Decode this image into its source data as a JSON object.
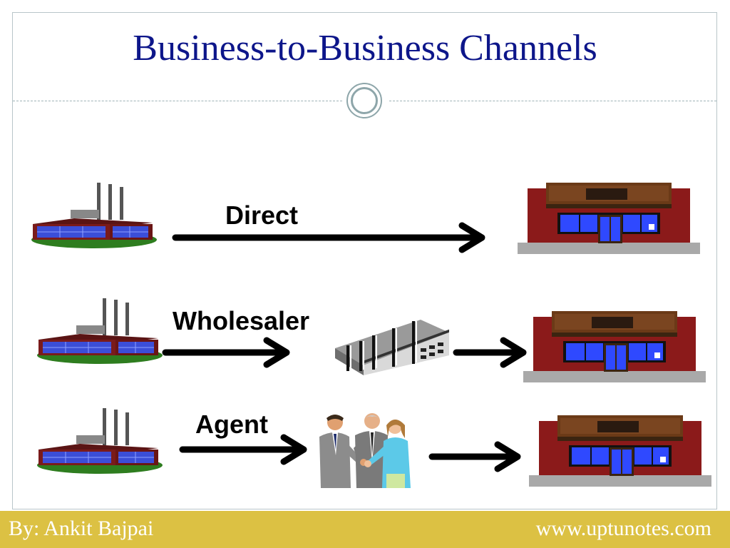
{
  "slide": {
    "title": "Business-to-Business Channels"
  },
  "channels": [
    {
      "label": "Direct",
      "intermediary": "none"
    },
    {
      "label": "Wholesaler",
      "intermediary": "warehouse-icon"
    },
    {
      "label": "Agent",
      "intermediary": "agents-handshake-icon"
    }
  ],
  "icons": {
    "producer": "factory-icon",
    "customer": "store-icon"
  },
  "footer": {
    "author": "By: Ankit Bajpai",
    "website": "www.uptunotes.com"
  },
  "colors": {
    "title": "#0d168a",
    "footer_bg": "#dcc143",
    "arrow": "#000000"
  }
}
